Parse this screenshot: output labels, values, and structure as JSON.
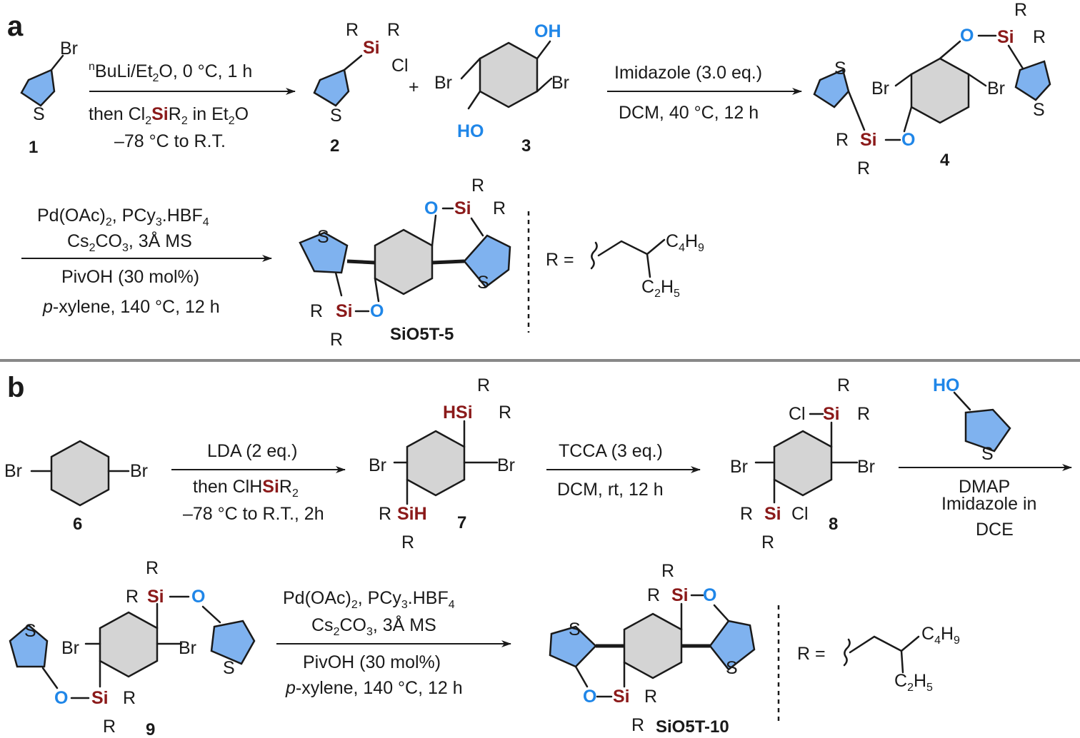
{
  "panels": {
    "a": "a",
    "b": "b"
  },
  "atoms": {
    "Si": "Si",
    "R": "R",
    "Br": "Br",
    "Cl": "Cl",
    "S": "S",
    "O": "O",
    "OH": "OH",
    "HO": "HO",
    "H": "H",
    "HSi": "HSi",
    "SiH": "SiH",
    "ClSi": "Cl",
    "R_eq": "R ="
  },
  "plus": "+",
  "compounds": {
    "c1": "1",
    "c2": "2",
    "c3": "3",
    "c4": "4",
    "c5": "SiO5T-5",
    "c6": "6",
    "c7": "7",
    "c8": "8",
    "c9": "9",
    "c10": "SiO5T-10"
  },
  "substituent": {
    "a": {
      "top_sub": "C4H9",
      "bottom_sub": "C2H5"
    },
    "b": {
      "top_sub": "C4H9",
      "bottom_sub": "C2H5"
    }
  },
  "conditions": {
    "a1": {
      "line1": "nBuLi/Et2O, 0 °C, 1 h",
      "line2": "then Cl2SiR2 in Et2O",
      "line3": "–78 °C to R.T."
    },
    "a2": {
      "line1": "Imidazole (3.0 eq.)",
      "line2": "DCM, 40 °C, 12 h"
    },
    "a3": {
      "line1": "Pd(OAc)2, PCy3.HBF4",
      "line2": "Cs2CO3, 3Å MS",
      "line3": "PivOH (30 mol%)",
      "line4": "p-xylene, 140 °C, 12 h"
    },
    "b1": {
      "line1": "LDA (2 eq.)",
      "line2": "then ClHSiR2",
      "line3": "–78 °C to R.T., 2h"
    },
    "b2": {
      "line1": "TCCA (3 eq.)",
      "line2": "DCM, rt, 12 h"
    },
    "b3": {
      "line1": "DMAP",
      "line2": "Imidazole in",
      "line3": "DCE"
    },
    "b4": {
      "line1": "Pd(OAc)2, PCy3.HBF4",
      "line2": "Cs2CO3, 3Å MS",
      "line3": "PivOH (30 mol%)",
      "line4": "p-xylene, 140 °C, 12 h"
    }
  }
}
